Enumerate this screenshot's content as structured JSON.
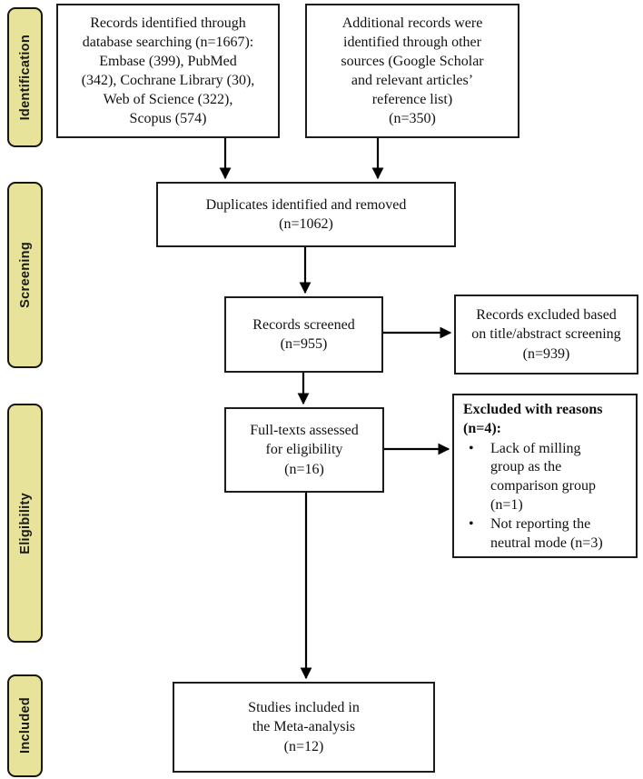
{
  "sidebar": {
    "stages": [
      {
        "label": "Identification"
      },
      {
        "label": "Screening"
      },
      {
        "label": "Eligibility"
      },
      {
        "label": "Included"
      }
    ]
  },
  "flow": {
    "database_search": "Records identified through\ndatabase searching (n=1667):\nEmbase (399), PubMed\n(342), Cochrane Library (30),\nWeb of Science (322),\nScopus (574)",
    "other_sources": "Additional records were\nidentified through other\nsources (Google Scholar\nand relevant articles’\nreference list)\n(n=350)",
    "duplicates_removed": "Duplicates identified and removed\n(n=1062)",
    "records_screened": "Records screened\n(n=955)",
    "records_excluded": "Records excluded based\non title/abstract screening\n(n=939)",
    "fulltext_assessed": "Full-texts assessed\nfor eligibility\n(n=16)",
    "fulltext_exclusions": {
      "title": "Excluded with reasons\n(n=4):",
      "bullet_glyph": "•",
      "items": [
        "Lack of milling\ngroup as the\ncomparison group\n(n=1)",
        "Not reporting the\nneutral mode (n=3)"
      ]
    },
    "included_studies": "Studies included in\nthe Meta-analysis\n(n=12)"
  },
  "colors": {
    "stage_fill": "#e8e39b",
    "box_border": "#1c1c1c",
    "arrow": "#000000"
  }
}
